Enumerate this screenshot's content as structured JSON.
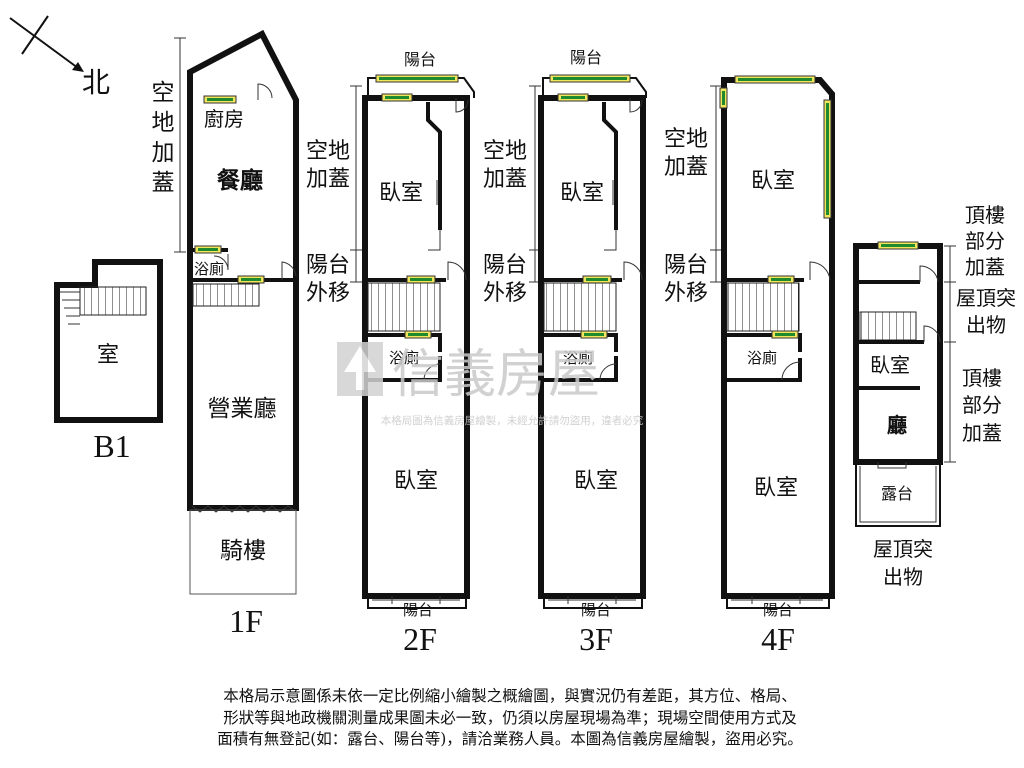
{
  "compass": {
    "north_label": "北"
  },
  "floors": {
    "b1": {
      "label": "B1",
      "room": "室"
    },
    "f1": {
      "label": "1F",
      "kitchen": "廚房",
      "dining": "餐廳",
      "bath": "浴廁",
      "hall": "營業廳",
      "arcade": "騎樓",
      "side_addition": [
        "空",
        "地",
        "加",
        "蓋"
      ]
    },
    "f2": {
      "label": "2F",
      "balcony_top": "陽台",
      "bedroom_upper": "臥室",
      "bath": "浴廁",
      "bedroom_lower": "臥室",
      "balcony_bottom": "陽台",
      "side_addition": [
        "空地",
        "加蓋"
      ],
      "side_balcony": [
        "陽台",
        "外移"
      ]
    },
    "f3": {
      "label": "3F",
      "balcony_top": "陽台",
      "bedroom_upper": "臥室",
      "bath": "浴廁",
      "bedroom_lower": "臥室",
      "balcony_bottom": "陽台",
      "side_addition": [
        "空地",
        "加蓋"
      ],
      "side_balcony": [
        "陽台",
        "外移"
      ]
    },
    "f4": {
      "label": "4F",
      "bedroom_upper": "臥室",
      "bath": "浴廁",
      "bedroom_lower": "臥室",
      "balcony_bottom": "陽台",
      "side_addition": [
        "空地",
        "加蓋"
      ],
      "side_balcony": [
        "陽台",
        "外移"
      ]
    },
    "roof": {
      "room": "臥室",
      "living": "廳",
      "terrace": "露台",
      "top_addition": [
        "頂樓",
        "部分",
        "加蓋"
      ],
      "protrusion_side": [
        "屋頂突",
        "出物"
      ],
      "bottom_addition": [
        "頂樓",
        "部分",
        "加蓋"
      ],
      "protrusion_below": [
        "屋頂突",
        "出物"
      ]
    }
  },
  "watermark": {
    "brand": "信義房屋",
    "notice": "本格局圖為信義房屋繪製，未經允許請勿盜用，違者必究"
  },
  "disclaimer": [
    "本格局示意圖係未依一定比例縮小繪製之概繪圖，與實況仍有差距，其方位、格局、",
    "形狀等與地政機關測量成果圖未必一致，仍須以房屋現場為準；現場空間使用方式及",
    "面積有無登記(如：露台、陽台等)，請洽業務人員。本圖為信義房屋繪製，盜用必究。"
  ]
}
